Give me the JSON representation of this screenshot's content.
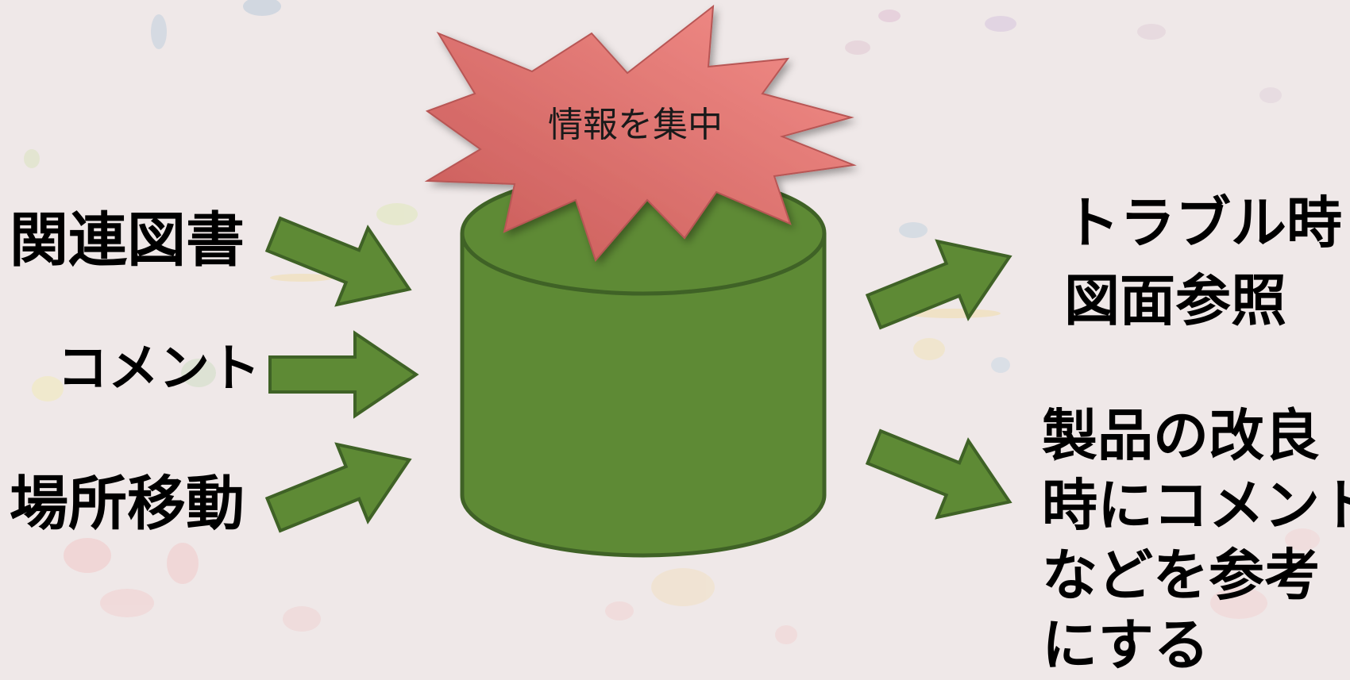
{
  "burst": {
    "text": "情報を集中"
  },
  "inputs": [
    {
      "text": "関連図書"
    },
    {
      "text": "コメント"
    },
    {
      "text": "場所移動"
    }
  ],
  "outputs": [
    {
      "lines": [
        "トラブル時",
        "図面参照"
      ]
    },
    {
      "lines": [
        "製品の改良",
        "時にコメント",
        "などを参考",
        "にする"
      ]
    }
  ],
  "colors": {
    "cylinder_fill": "#5e8a35",
    "cylinder_stroke": "#3f6226",
    "arrow_fill": "#5e8a35",
    "burst_fill": "#e07b78",
    "background": "#efe8e8"
  }
}
